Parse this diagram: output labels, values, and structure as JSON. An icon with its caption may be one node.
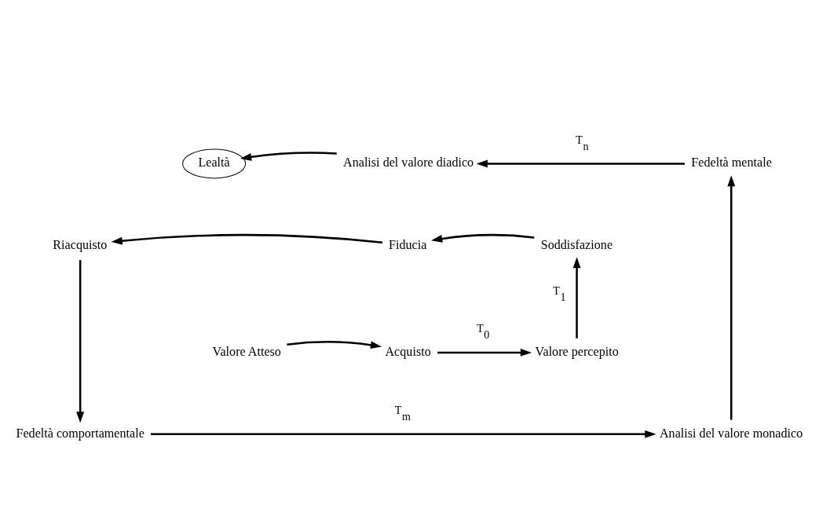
{
  "diagram": {
    "nodes": [
      {
        "text": [
          "Lealtà"
        ]
      },
      {
        "text": [
          "Analisi del valore diadico"
        ]
      },
      {
        "text": [
          "Fedeltà mentale"
        ]
      },
      {
        "text": [
          "Riacquisto"
        ]
      },
      {
        "text": [
          "Fiducia"
        ]
      },
      {
        "text": [
          "Soddisfazione"
        ]
      },
      {
        "text": [
          "Valore Atteso"
        ]
      },
      {
        "text": [
          "Acquisto"
        ]
      },
      {
        "text": [
          "Valore percepito"
        ]
      },
      {
        "text": [
          "Fedeltà comportamentale"
        ]
      },
      {
        "text": [
          "Analisi del valore monadico"
        ]
      }
    ],
    "edges": [
      {
        "from": 1,
        "to": 0,
        "arrow": "to"
      },
      {
        "from": 2,
        "to": 1,
        "arrow": "to",
        "label": "T$_{n}$"
      },
      {
        "from": 5,
        "to": 4,
        "arrow": "to"
      },
      {
        "from": 4,
        "to": 3,
        "arrow": "to"
      },
      {
        "from": 3,
        "to": 9,
        "arrow": "to"
      },
      {
        "from": 9,
        "to": 10,
        "arrow": "to",
        "label": "T$_{m}$"
      },
      {
        "from": 10,
        "to": 2,
        "arrow": "to"
      },
      {
        "from": 6,
        "to": 7,
        "arrow": "to"
      },
      {
        "from": 7,
        "to": 8,
        "arrow": "to",
        "label": "T$_{0}$"
      },
      {
        "from": 8,
        "to": 5,
        "arrow": "to",
        "label": "T$_{1}$"
      }
    ]
  }
}
